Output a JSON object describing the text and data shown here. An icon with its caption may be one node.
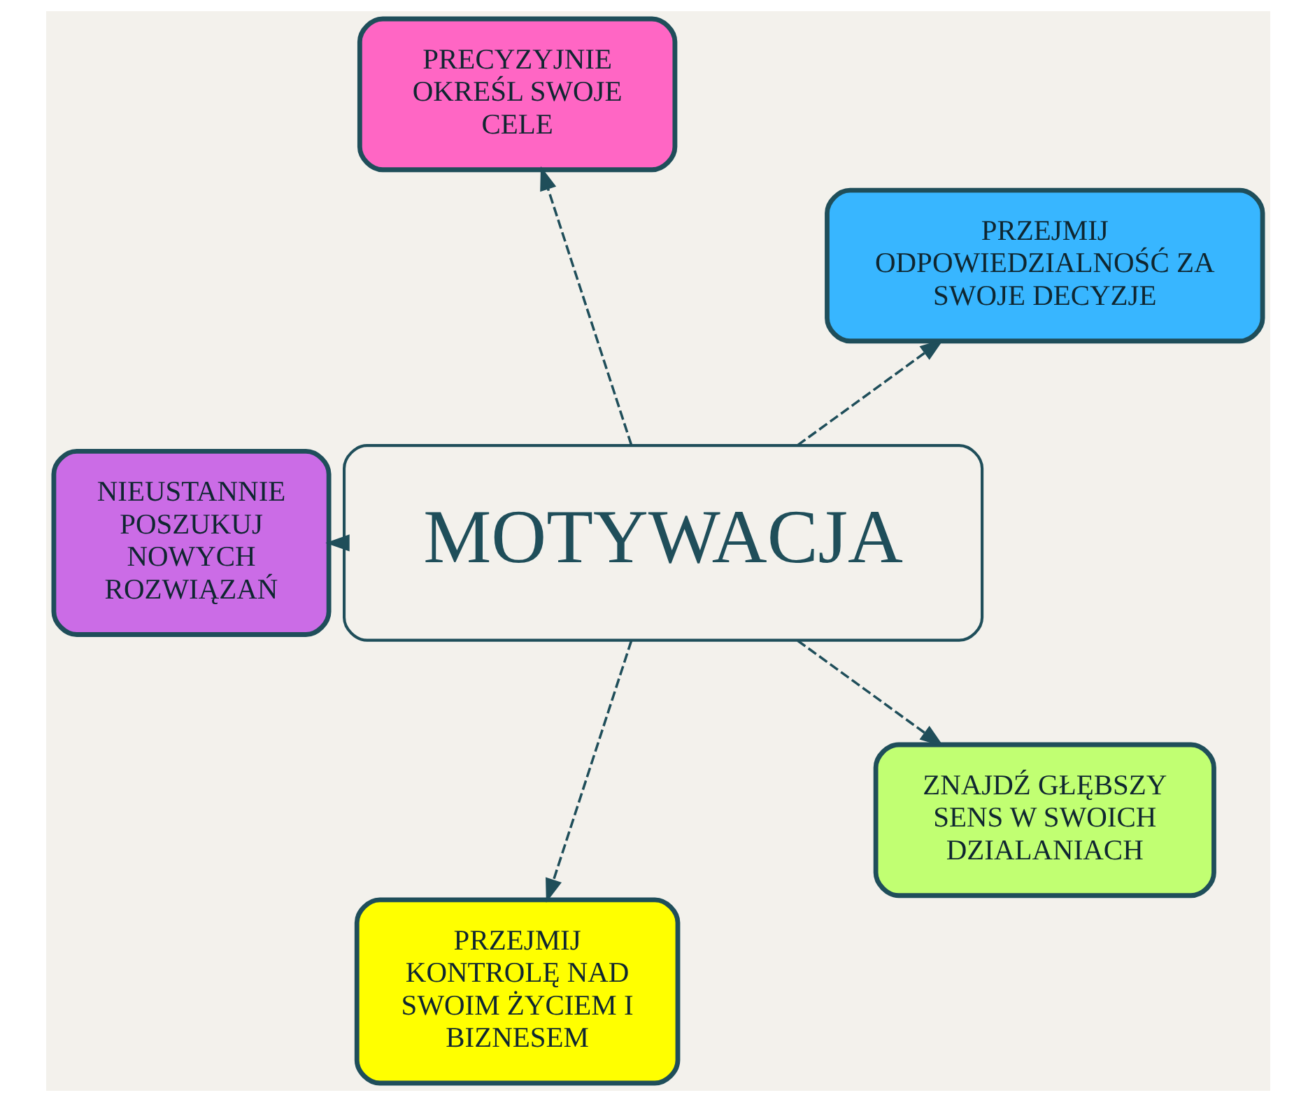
{
  "diagram": {
    "nodes": [
      {
        "text": [
          "PRZEJMIJ ODPOWIEDZIALNOŚĆ ZA SWOJE DECYZJE"
        ]
      },
      {
        "text": [
          "PRECYZYJNIE OKREŚL SWOJE CELE"
        ]
      },
      {
        "text": [
          "MOTYWACJA"
        ]
      },
      {
        "text": [
          "NIEUSTANNIE POSZUKUJ NOWYCH ROZWIĄZAŃ"
        ]
      },
      {
        "text": [
          "PRZEJMIJ KONTROLĘ NAD SWOIM ŻYCIEM I BIZNESEM"
        ]
      },
      {
        "text": [
          "ZNAJDŹ GŁĘBSZY SENS W SWOICH DZIALANIACH"
        ]
      }
    ],
    "edges": [
      {
        "from": 2,
        "to": 0,
        "arrow": "to",
        "style": "dashed"
      },
      {
        "from": 2,
        "to": 1,
        "arrow": "to",
        "style": "dashed"
      },
      {
        "from": 2,
        "to": 3,
        "arrow": "to",
        "style": "dashed"
      },
      {
        "from": 2,
        "to": 5,
        "arrow": "to",
        "style": "dashed"
      },
      {
        "from": 2,
        "to": 4,
        "arrow": "to",
        "style": "dashed"
      }
    ]
  }
}
